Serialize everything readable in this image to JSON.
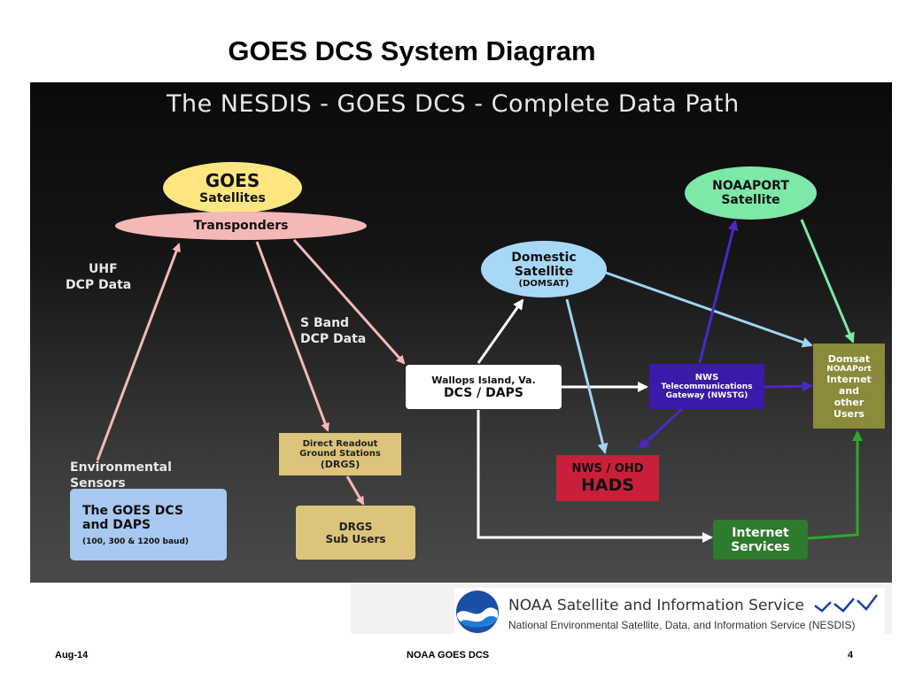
{
  "slide_title": "GOES DCS System Diagram",
  "panel_title": "The NESDIS - GOES DCS - Complete Data Path",
  "nodes": {
    "goes": [
      "GOES",
      "Satellites"
    ],
    "transponders": "Transponders",
    "domsat": [
      "Domestic",
      "Satellite",
      "(DOMSAT)"
    ],
    "noaaport_sat": [
      "NOAAPORT",
      "Satellite"
    ],
    "wallops": [
      "Wallops Island, Va.",
      "DCS / DAPS"
    ],
    "nwstg": [
      "NWS",
      "Telecommunications",
      "Gateway  (NWSTG)"
    ],
    "domsat_users": [
      "Domsat",
      "NOAAPort",
      "Internet",
      "and",
      "other",
      "Users"
    ],
    "hads": [
      "NWS / OHD",
      "HADS"
    ],
    "drgs": [
      "Direct Readout",
      "Ground Stations",
      "(DRGS)"
    ],
    "drgs_users": [
      "DRGS",
      "Sub Users"
    ],
    "daps": [
      "The GOES DCS",
      "and DAPS",
      "(100, 300 & 1200 baud)"
    ],
    "internet": [
      "Internet",
      "Services"
    ]
  },
  "labels": {
    "uhf": [
      "UHF",
      "DCP Data"
    ],
    "sband": [
      "S Band",
      "DCP Data"
    ],
    "env_sensors": [
      "Environmental",
      "Sensors"
    ]
  },
  "agency": {
    "name": "NOAA Satellite and Information Service",
    "full_name": "National Environmental Satellite, Data, and Information Service (NESDIS)"
  },
  "footer": {
    "date": "Aug-14",
    "center": "NOAA GOES DCS",
    "page": "4"
  },
  "colors": {
    "goes": "#ffe680",
    "transponders": "#f4b8b8",
    "domsat": "#a8d8f8",
    "noaaport": "#7de8a8",
    "nwstg": "#3a1aa8",
    "hads": "#c8203a",
    "drgs": "#dcc47a",
    "daps": "#a8c8f0",
    "internet": "#2e7a2e",
    "domsat_users": "#8a8a3a"
  }
}
